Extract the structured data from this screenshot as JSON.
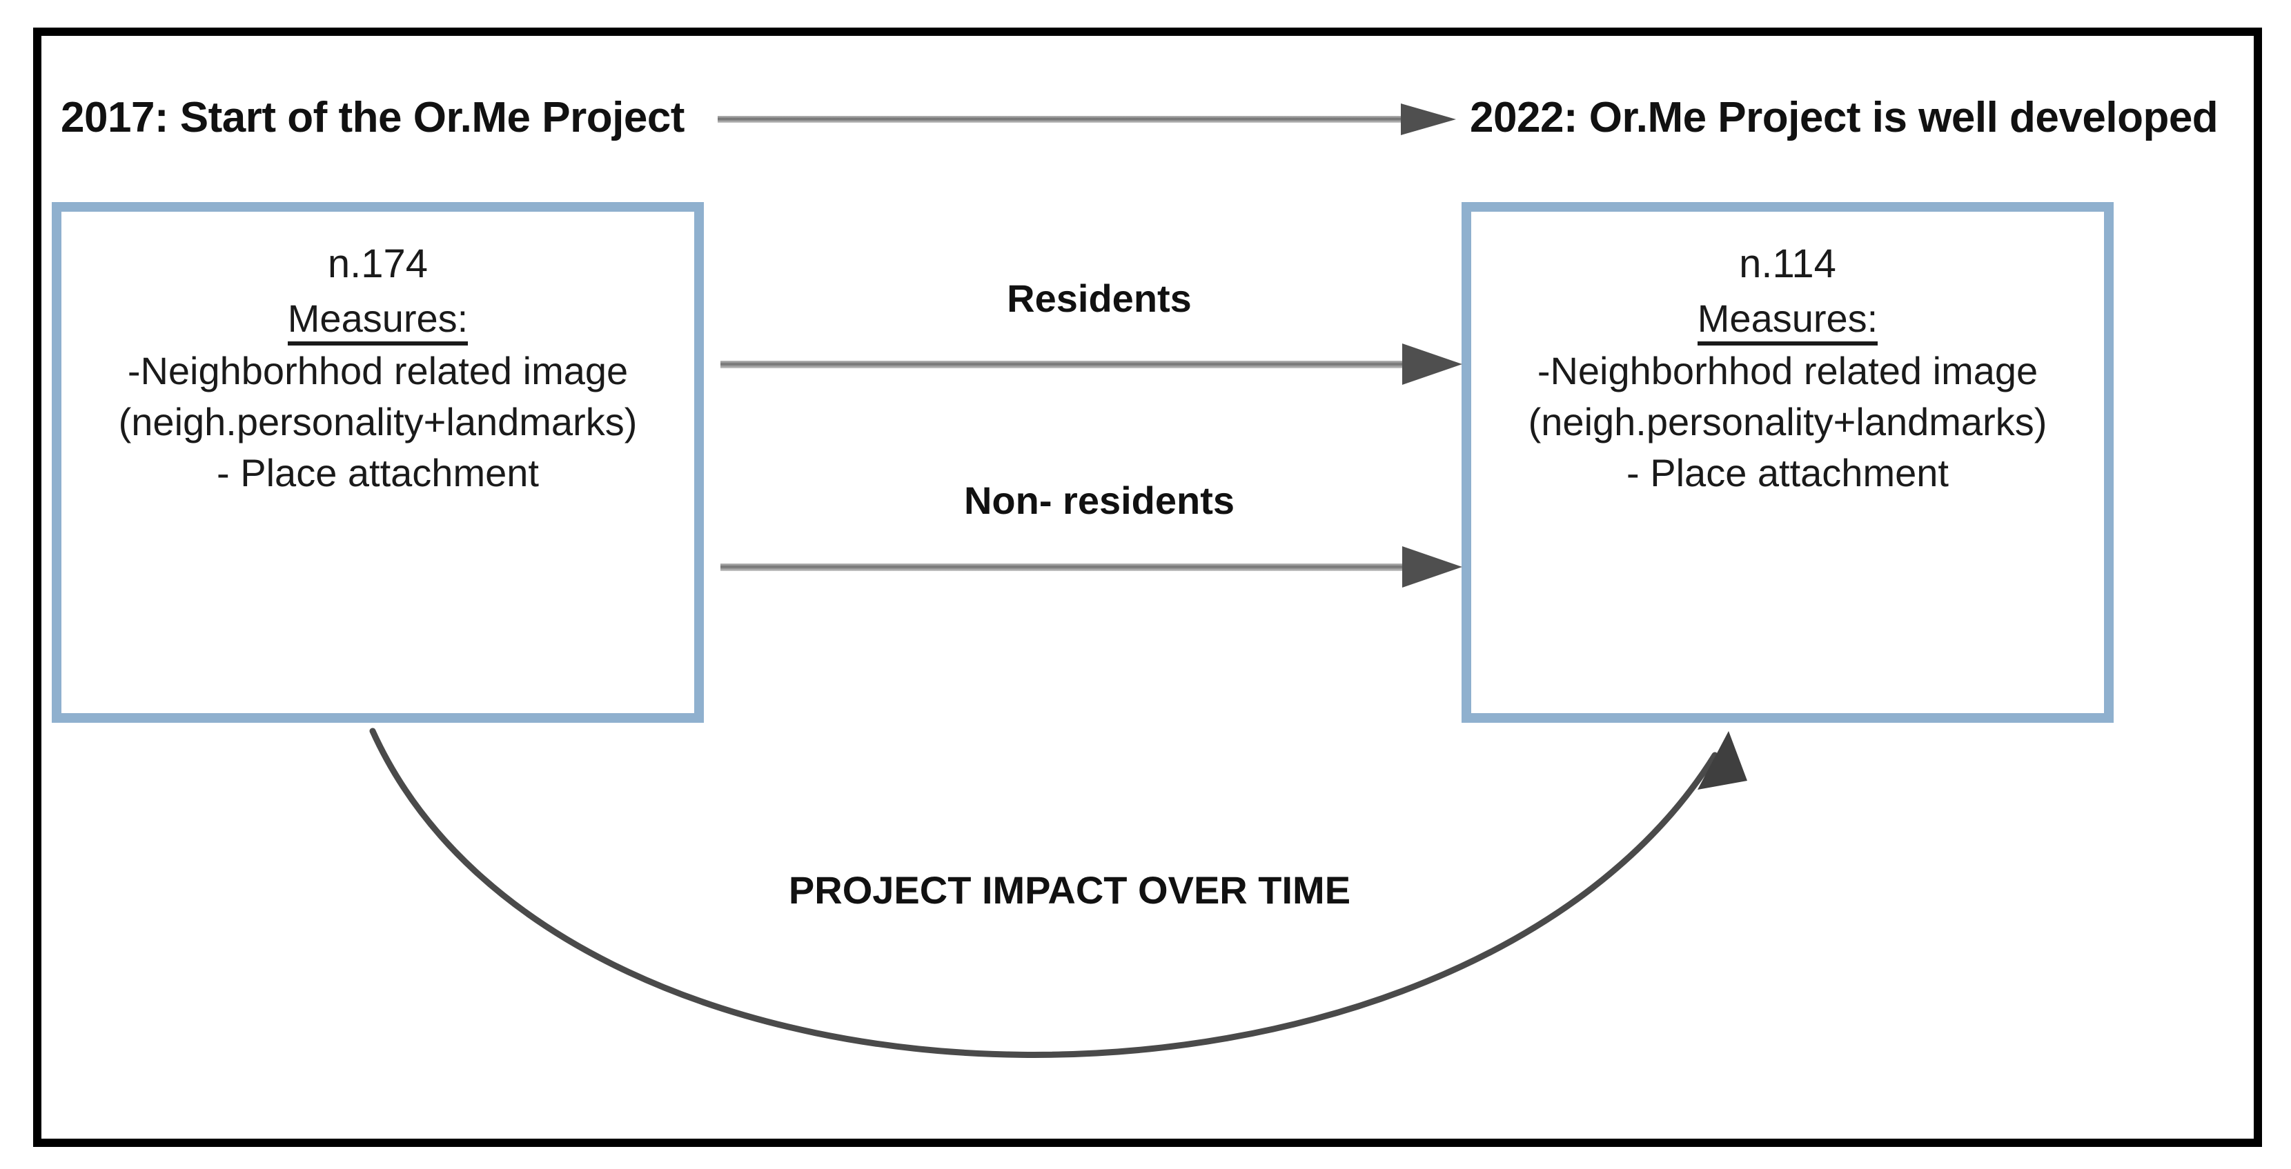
{
  "diagram": {
    "title_hidden": "",
    "frame_color": "#000000",
    "box_border_color": "#8fb0ce",
    "arrow_color": "#5a5a5a",
    "text_color": "#1a1a1a"
  },
  "timeline": {
    "start_label": "2017:  Start of the Or.Me Project",
    "end_label": "2022: Or.Me Project is well developed",
    "arrow_icon": "right-arrow-icon"
  },
  "boxes": [
    {
      "id": "box-2017",
      "count": "n.174",
      "measures_heading": "Measures:",
      "lines": [
        "-Neighborhhod related image",
        "(neigh.personality+landmarks)",
        "- Place attachment"
      ]
    },
    {
      "id": "box-2022",
      "count": "n.114",
      "measures_heading": "Measures:",
      "lines": [
        "-Neighborhhod related image",
        "(neigh.personality+landmarks)",
        "- Place attachment"
      ]
    }
  ],
  "flows": [
    {
      "label": "Residents",
      "arrow_icon": "right-arrow-icon"
    },
    {
      "label": "Non- residents",
      "arrow_icon": "right-arrow-icon"
    }
  ],
  "impact": {
    "label": "PROJECT IMPACT OVER TIME",
    "arrow_icon": "curved-arrow-icon"
  }
}
